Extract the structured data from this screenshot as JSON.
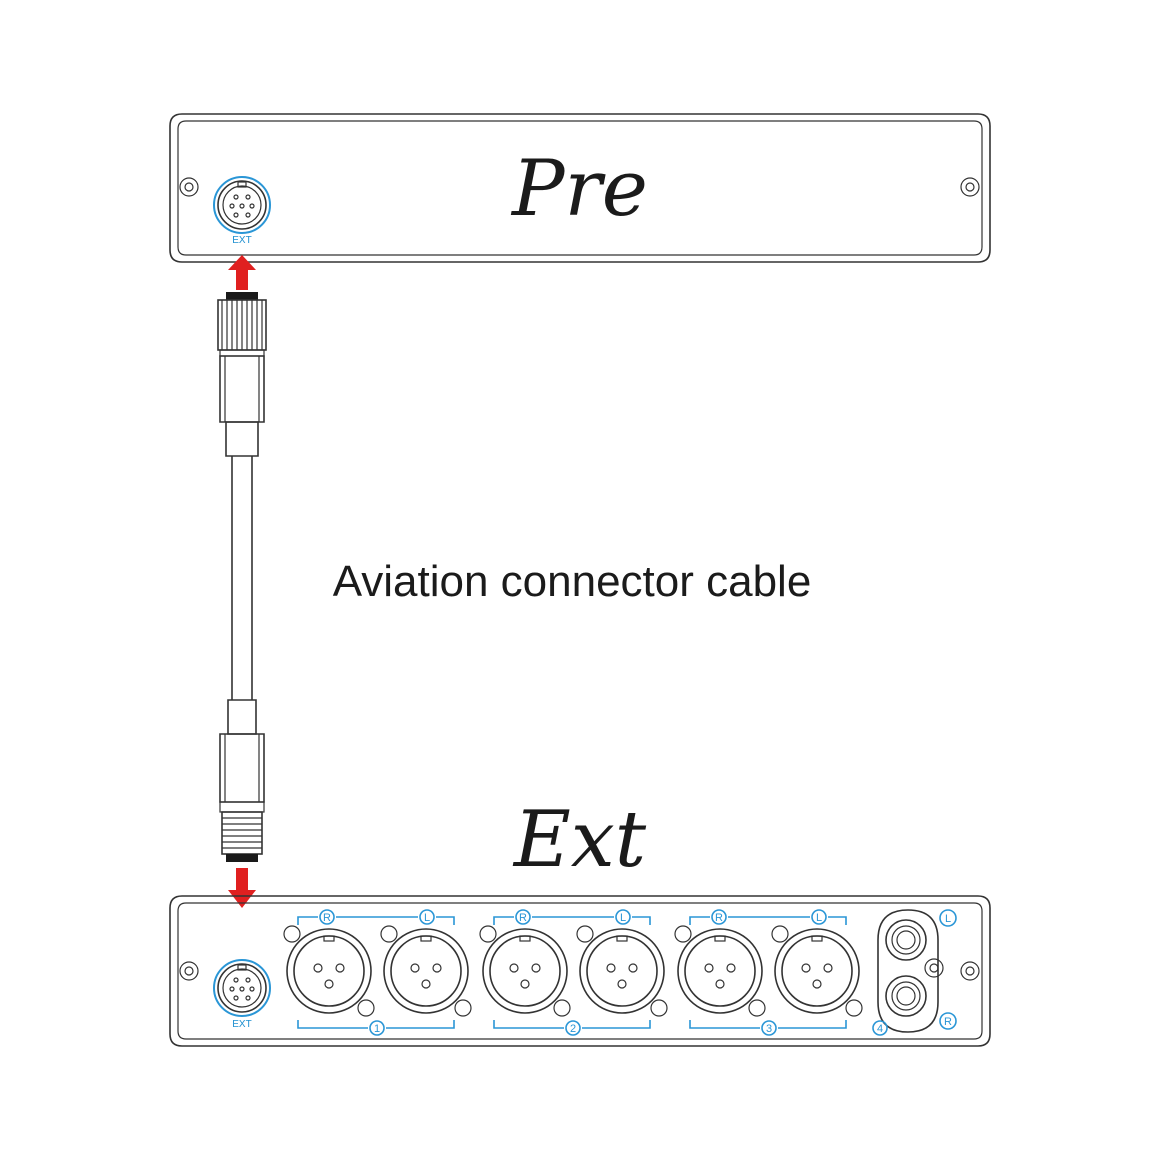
{
  "pre_unit": {
    "title": "Pre",
    "port_label": "EXT"
  },
  "ext_unit": {
    "title": "Ext",
    "port_label": "EXT",
    "group_labels": [
      "1",
      "2",
      "3"
    ],
    "rca_group_label": "4",
    "channel_left": "L",
    "channel_right": "R"
  },
  "cable": {
    "label": "Aviation connector cable"
  },
  "colors": {
    "accent_blue": "#2a96d6",
    "arrow_red": "#e02020",
    "line": "#333333"
  },
  "icons": {
    "arrow_up": "arrow-up-icon",
    "arrow_down": "arrow-down-icon",
    "xlr_socket": "xlr-socket-icon",
    "rca_jack": "rca-jack-icon",
    "aviation_socket": "aviation-socket-icon",
    "screw": "screw-icon"
  }
}
